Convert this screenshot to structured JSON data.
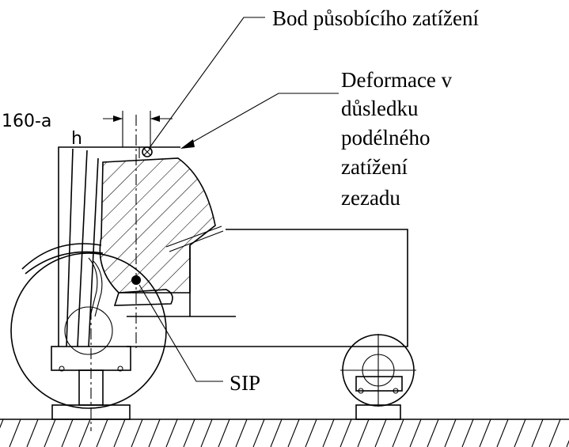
{
  "labels": {
    "load_point": "Bod působícího zatížení",
    "deformation_lines": [
      "Deformace v",
      "důsledku",
      "podélného",
      "zatížení",
      "zezadu"
    ],
    "sip": "SIP"
  },
  "dimension": {
    "main": "160-a",
    "subscript": "h"
  },
  "colors": {
    "line": "#000000",
    "background": "#ffffff"
  }
}
